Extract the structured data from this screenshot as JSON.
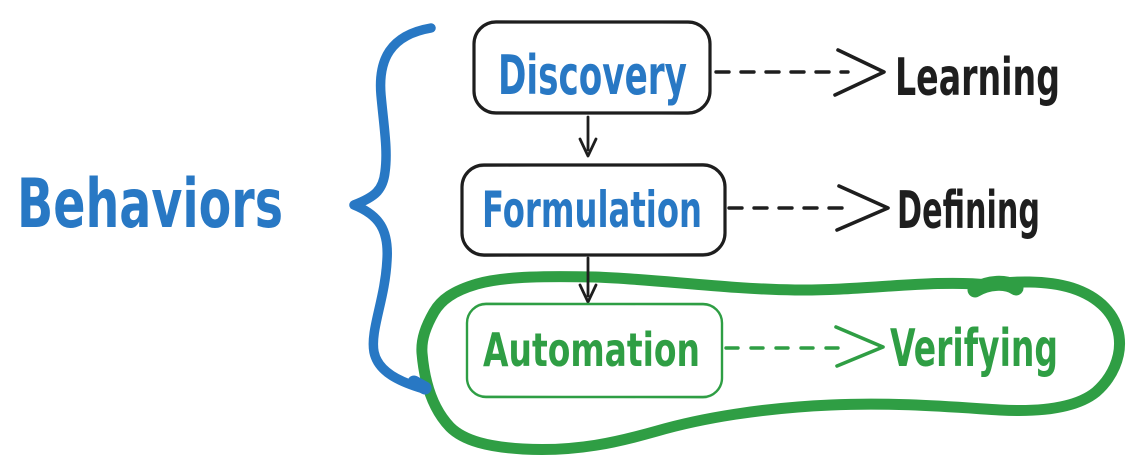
{
  "diagram": {
    "title": "Behaviors",
    "colors": {
      "blue": "#2878c4",
      "green": "#2f9e44",
      "ink": "#1e1e1e",
      "background": "#ffffff"
    },
    "rows": [
      {
        "box": "Discovery",
        "outcome": "Learning"
      },
      {
        "box": "Formulation",
        "outcome": "Defining"
      },
      {
        "box": "Automation",
        "outcome": "Verifying"
      }
    ],
    "notes": {
      "brace_groups": "Behaviors",
      "highlighted_row": "Automation"
    }
  }
}
